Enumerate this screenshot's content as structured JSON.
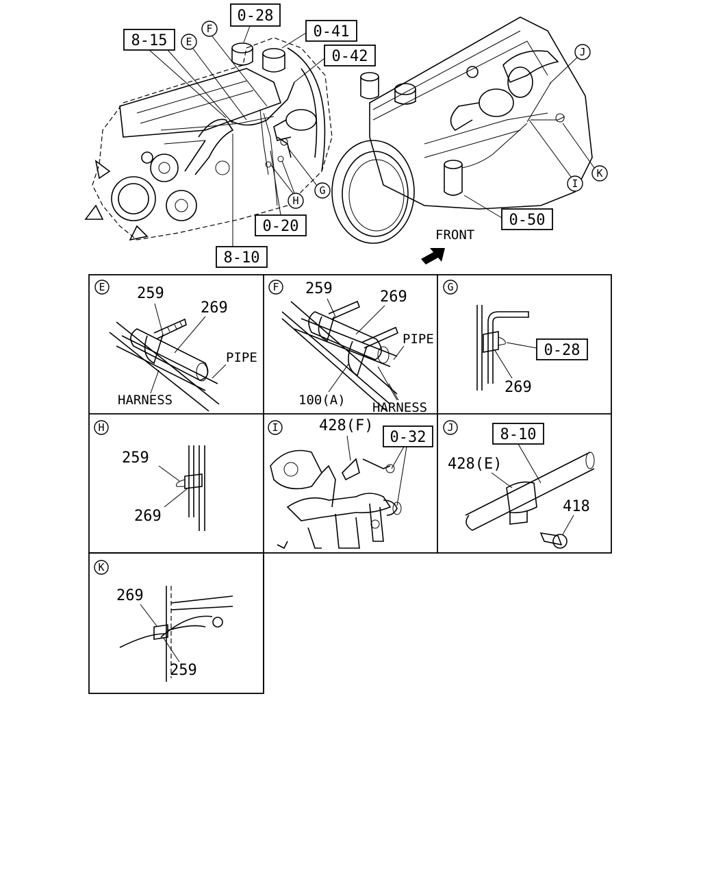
{
  "overview": {
    "refs": {
      "r028": "0-28",
      "r041": "0-41",
      "r042": "0-42",
      "r815": "8-15",
      "r020": "0-20",
      "r810": "8-10",
      "r050": "0-50"
    },
    "callouts": {
      "E": "E",
      "F": "F",
      "G": "G",
      "H": "H",
      "I": "I",
      "J": "J",
      "K": "K"
    },
    "front_label": "FRONT"
  },
  "details": {
    "E": {
      "letter": "E",
      "p259": "259",
      "p269": "269",
      "pipe": "PIPE",
      "harness": "HARNESS"
    },
    "F": {
      "letter": "F",
      "p259": "259",
      "p269": "269",
      "pipe": "PIPE",
      "p100": "100(A)",
      "harness": "HARNESS"
    },
    "G": {
      "letter": "G",
      "ref": "0-28",
      "p269": "269"
    },
    "H": {
      "letter": "H",
      "p259": "259",
      "p269": "269"
    },
    "I": {
      "letter": "I",
      "p428": "428(F)",
      "ref": "0-32"
    },
    "J": {
      "letter": "J",
      "ref": "8-10",
      "p428": "428(E)",
      "p418": "418"
    },
    "K": {
      "letter": "K",
      "p269": "269",
      "p259": "259"
    }
  }
}
